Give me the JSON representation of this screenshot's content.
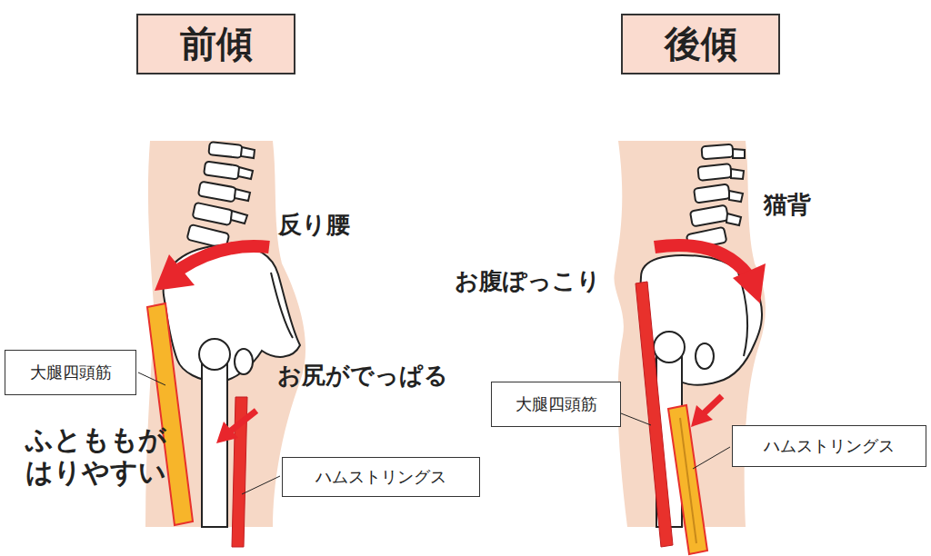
{
  "diagram": {
    "nodes": [
      {
        "text": [
          "前傾"
        ]
      },
      {
        "text": [
          "後傾"
        ]
      },
      {
        "text": [
          "大腿四頭筋"
        ]
      },
      {
        "text": [
          "大腿四頭筋"
        ]
      },
      {
        "text": [
          "ハムストリングス"
        ]
      },
      {
        "text": [
          "ハムストリングス"
        ]
      }
    ],
    "edges": [],
    "labels": [
      "反り腰",
      "猫背",
      "お腹ぽっこり",
      "お尻がでっぱる",
      "ふとももが はりやすい"
    ]
  }
}
